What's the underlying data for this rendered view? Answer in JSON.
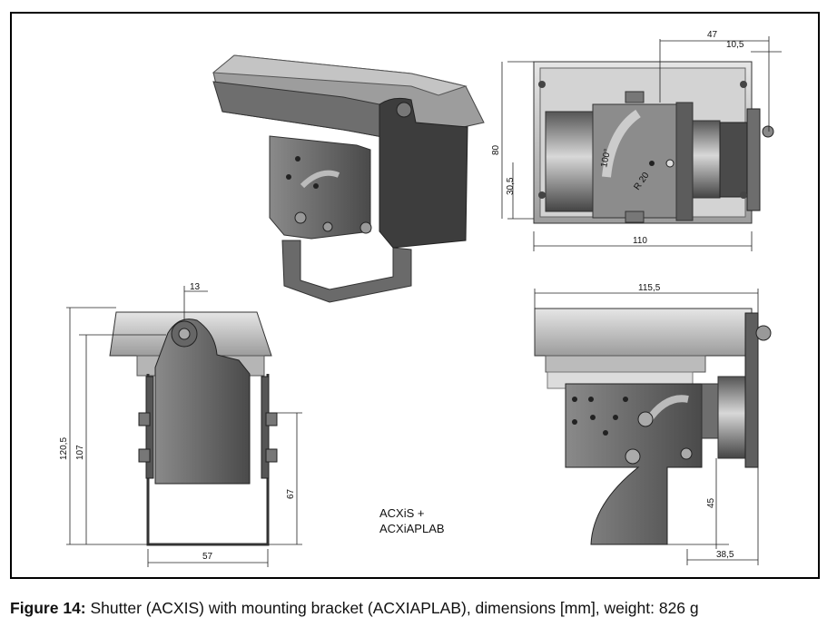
{
  "drawing": {
    "product_label_line1": "ACXiS +",
    "product_label_line2": "ACXiAPLAB",
    "dimensions": {
      "top_right": {
        "d47": "47",
        "d10_5": "10,5",
        "d80": "80",
        "d30_5": "30,5",
        "d110": "110",
        "d100": "100°",
        "dR20": "R 20"
      },
      "front": {
        "d13": "13",
        "d120_5": "120,5",
        "d107": "107",
        "d67": "67",
        "d57": "57"
      },
      "side": {
        "d115_5": "115,5",
        "d45": "45",
        "d38_5": "38,5"
      }
    }
  },
  "caption": {
    "label": "Figure 14:",
    "text": " Shutter (ACXIS) with mounting bracket (ACXIAPLAB), dimensions [mm], weight: 826 g"
  }
}
